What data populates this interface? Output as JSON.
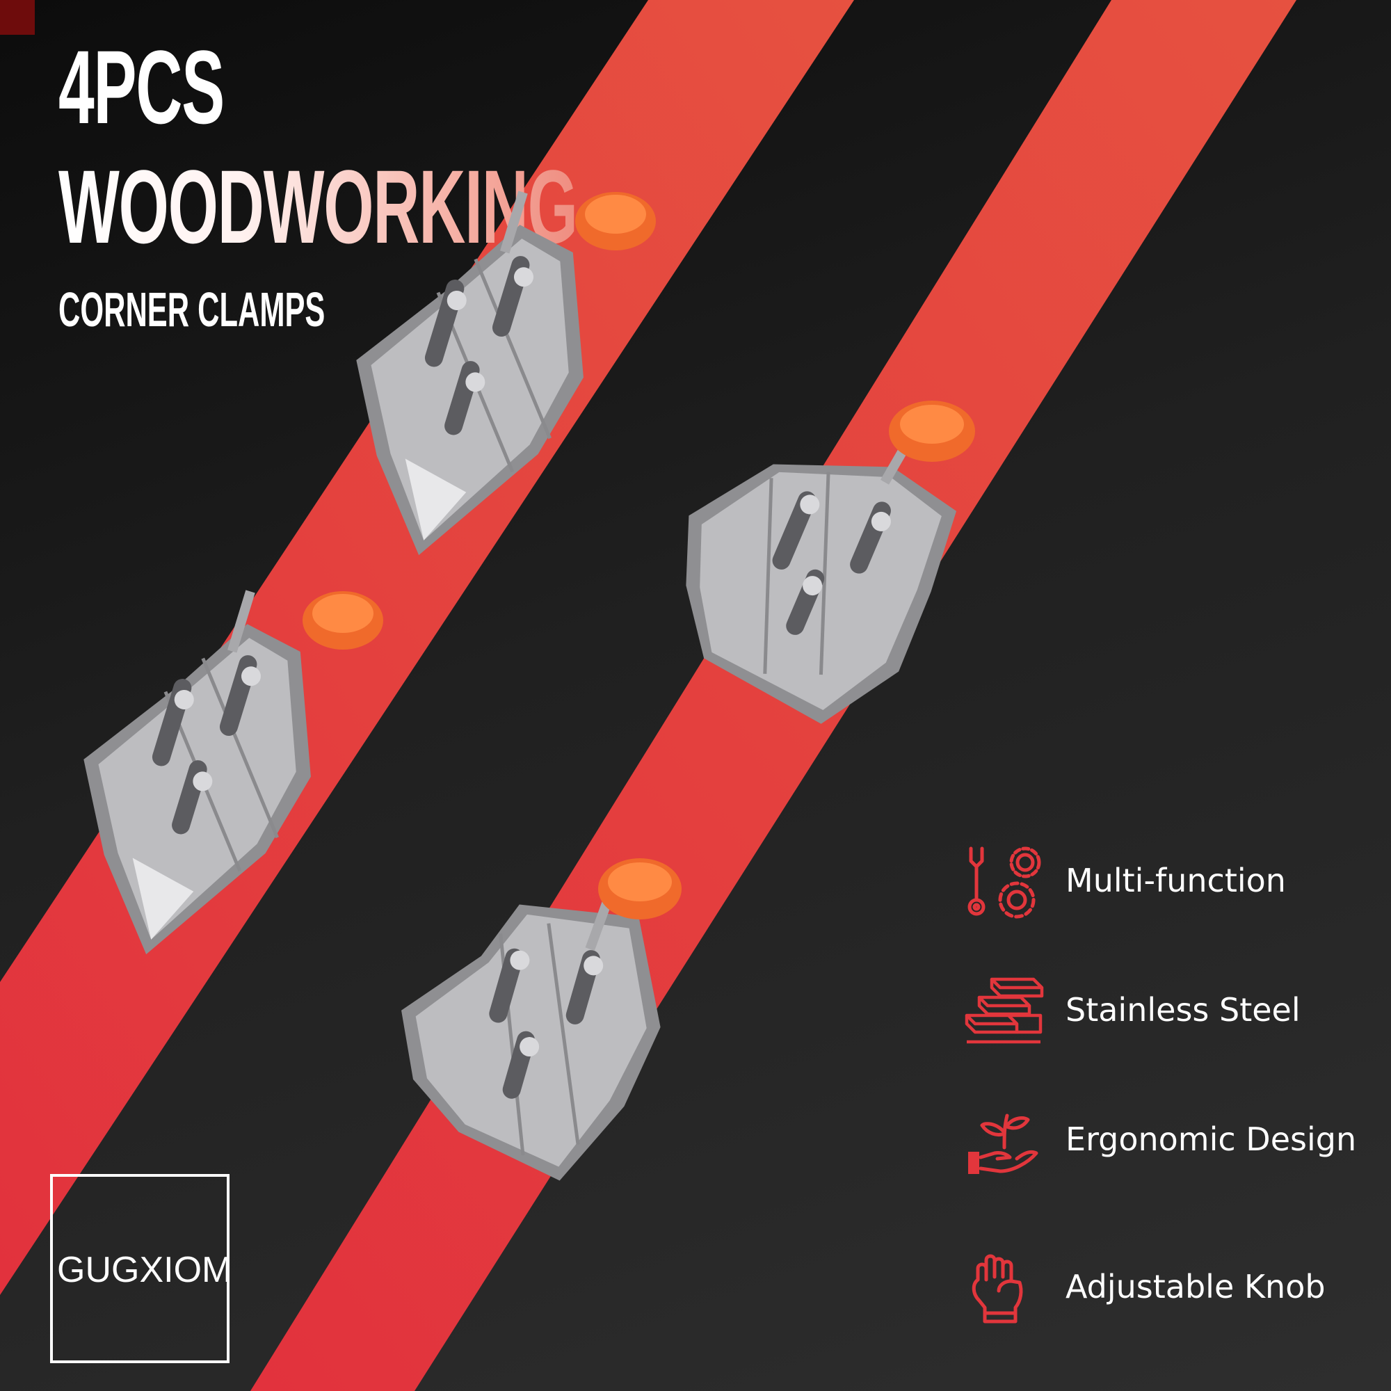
{
  "headline": {
    "line1": "4PCS",
    "line2": "WOODWORKING",
    "line3": "CORNER CLAMPS"
  },
  "features": [
    {
      "icon": "wrench-gears-icon",
      "label": "Multi-function"
    },
    {
      "icon": "steel-bars-icon",
      "label": "Stainless Steel"
    },
    {
      "icon": "hand-sprout-icon",
      "label": "Ergonomic Design"
    },
    {
      "icon": "fist-icon",
      "label": "Adjustable Knob"
    }
  ],
  "brand": "GUGXIOM",
  "colors": {
    "accent_red": "#e2363c",
    "background_dark": "#1c1c1c",
    "knob_orange": "#f26b2a",
    "steel": "#b9b9bb",
    "text": "#ffffff"
  }
}
